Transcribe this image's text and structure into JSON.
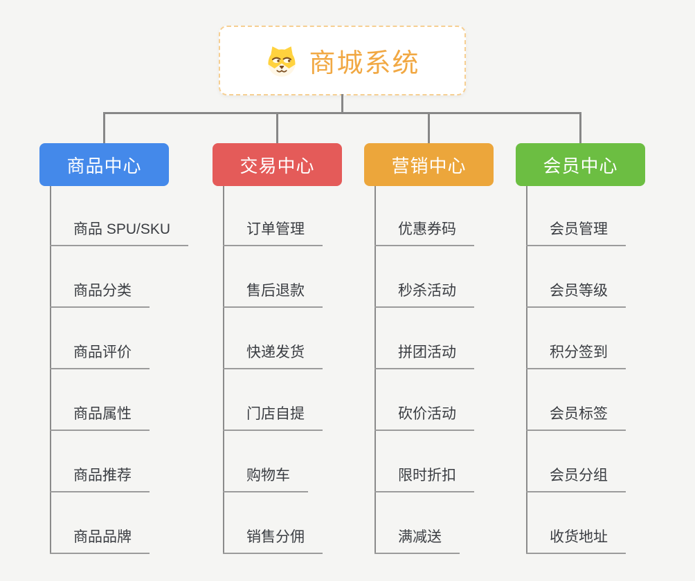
{
  "background_color": "#f5f5f3",
  "connector_color": "#878787",
  "root": {
    "label": "商城系统",
    "icon": "dog-face-icon",
    "text_color": "#f1a843",
    "border_color": "#f6cf92"
  },
  "branches": [
    {
      "label": "商品中心",
      "color": "#4489ea",
      "items": [
        "商品 SPU/SKU",
        "商品分类",
        "商品评价",
        "商品属性",
        "商品推荐",
        "商品品牌"
      ]
    },
    {
      "label": "交易中心",
      "color": "#e45b59",
      "items": [
        "订单管理",
        "售后退款",
        "快递发货",
        "门店自提",
        "购物车",
        "销售分佣"
      ]
    },
    {
      "label": "营销中心",
      "color": "#eca63b",
      "items": [
        "优惠券码",
        "秒杀活动",
        "拼团活动",
        "砍价活动",
        "限时折扣",
        "满减送"
      ]
    },
    {
      "label": "会员中心",
      "color": "#6cbe42",
      "items": [
        "会员管理",
        "会员等级",
        "积分签到",
        "会员标签",
        "会员分组",
        "收货地址"
      ]
    }
  ]
}
